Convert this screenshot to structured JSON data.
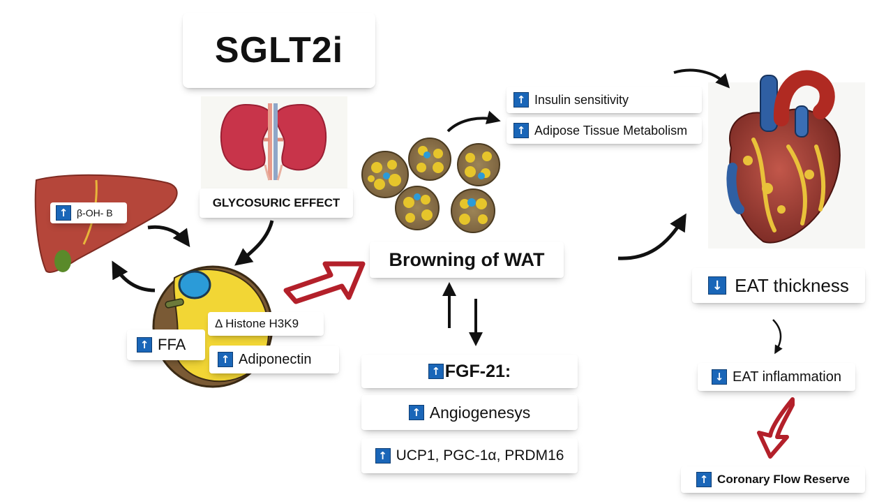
{
  "title": "SGLT2i",
  "glycosuric_label": "GLYCOSURIC EFFECT",
  "liver_label": "β-OH- B",
  "ffa_label": "FFA",
  "histone_label": "Δ Histone H3K9",
  "adiponectin_label": "Adiponectin",
  "browning_label": "Browning of WAT",
  "insulin_label": "Insulin sensitivity",
  "adipose_label": "Adipose Tissue Metabolism",
  "fgf_label": "FGF-21:",
  "angio_label": "Angiogenesys",
  "ucp_label": "UCP1, PGC-1α, PRDM16",
  "eat_thickness_label": "EAT thickness",
  "eat_inflammation_label": "EAT inflammation",
  "coronary_label": "Coronary Flow Reserve",
  "arrow_up": "↑",
  "arrow_down": "↓",
  "colors": {
    "arrow_badge": "#1a66b8",
    "red_arrow": "#b3202a",
    "liver": "#b5463a",
    "kidney": "#c8344a",
    "adipocyte_fill": "#f2d635",
    "heart": "#a7423a"
  }
}
